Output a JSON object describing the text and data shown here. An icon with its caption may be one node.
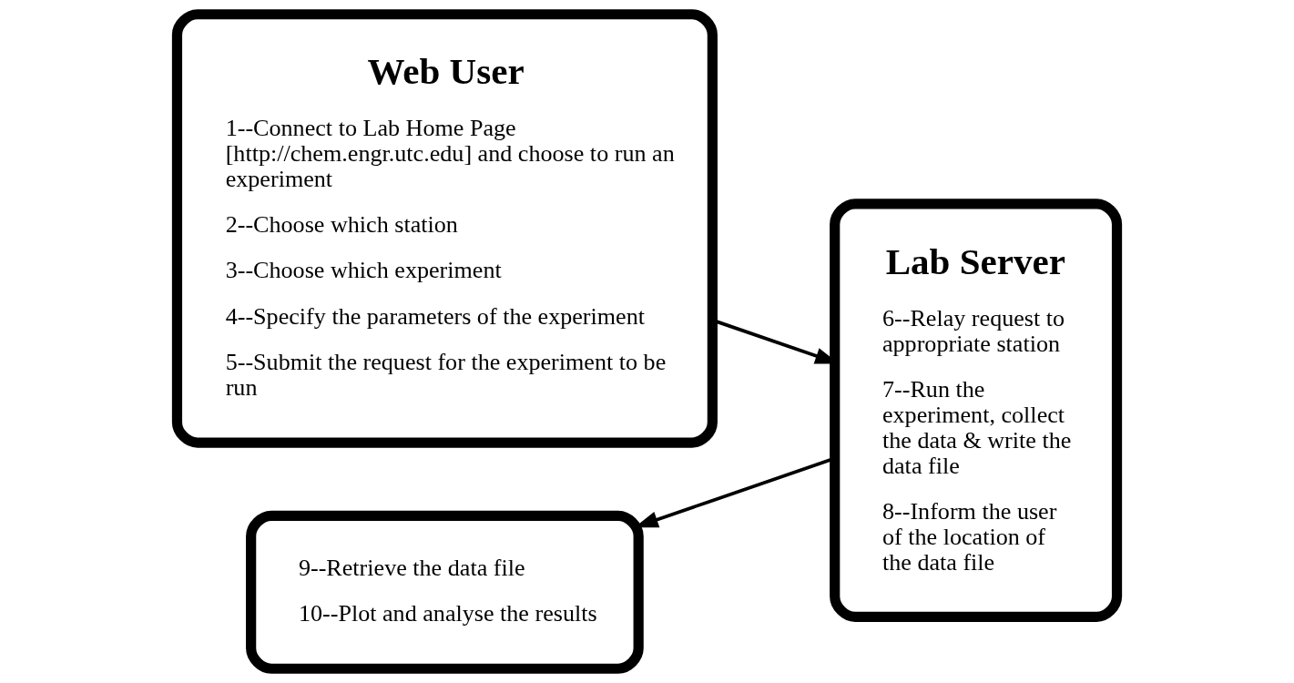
{
  "diagram": {
    "nodes": [
      {
        "text": [
          "Web User",
          "1--Connect to Lab Home Page [http://chem.engr.utc.edu] and choose to run an experiment",
          "2--Choose which station",
          "3--Choose which experiment",
          "4--Specify the parameters of the experiment",
          "5--Submit the request for the experiment to be run"
        ]
      },
      {
        "text": [
          "Lab Server",
          "6--Relay request to appropriate station",
          "7--Run the experiment, collect the data & write the data file",
          "8--Inform the user of the location of the data file"
        ]
      },
      {
        "text": [
          "9--Retrieve the data file",
          "10--Plot and analyse the results"
        ]
      }
    ],
    "edges": [
      {
        "from": 0,
        "to": 1,
        "arrow": "to"
      },
      {
        "from": 1,
        "to": 2,
        "arrow": "to"
      }
    ]
  }
}
